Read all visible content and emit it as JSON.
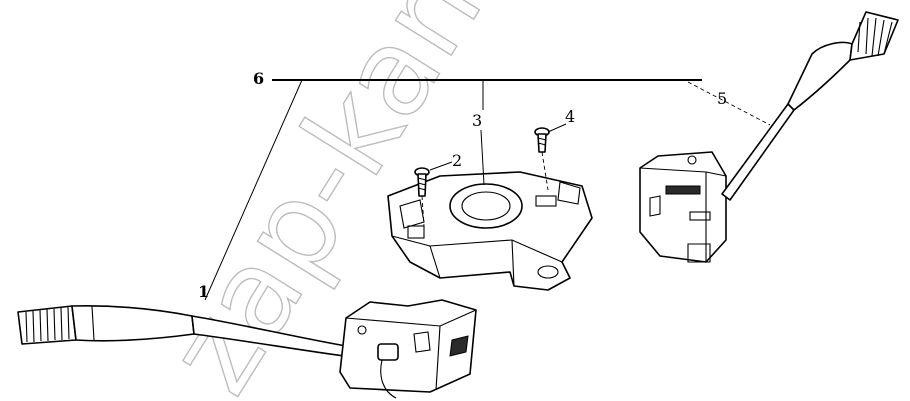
{
  "callouts": {
    "c1": "1",
    "c2": "2",
    "c3": "3",
    "c4": "4",
    "c5": "5",
    "c6": "6"
  },
  "watermark": "zap-kam.ru",
  "corner_mark": "",
  "colors": {
    "ink": "#000000",
    "paper": "#ffffff",
    "watermark": "#bdbdbd"
  }
}
